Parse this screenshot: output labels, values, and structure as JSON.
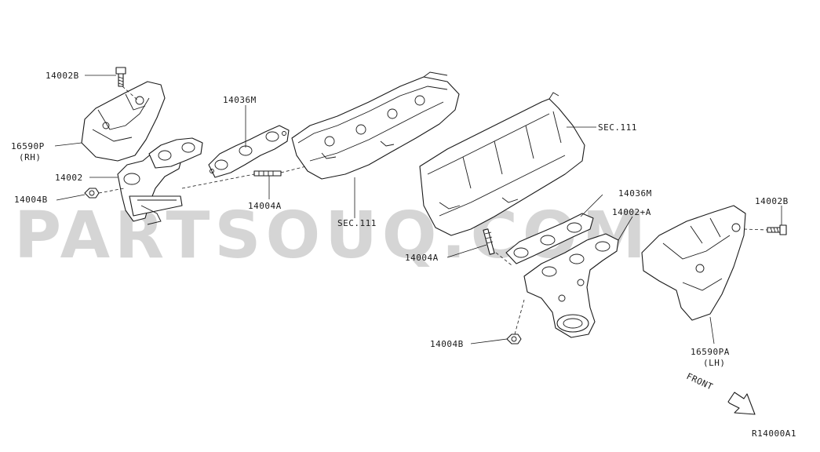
{
  "diagram": {
    "callouts": {
      "c_14002B_rh": "14002B",
      "c_16590P": "16590P",
      "c_RH": "(RH)",
      "c_14002": "14002",
      "c_14004B_rh": "14004B",
      "c_14036M_rh": "14036M",
      "c_14004A_rh": "14004A",
      "c_SEC111_rh": "SEC.111",
      "c_SEC111_lh": "SEC.111",
      "c_14036M_lh": "14036M",
      "c_14002A": "14002+A",
      "c_14002B_lh": "14002B",
      "c_14004A_lh": "14004A",
      "c_14004B_lh": "14004B",
      "c_16590PA": "16590PA",
      "c_LH": "(LH)",
      "c_FRONT": "FRONT",
      "c_ref": "R14000A1"
    },
    "watermark": "PARTSOUQ.COM"
  }
}
